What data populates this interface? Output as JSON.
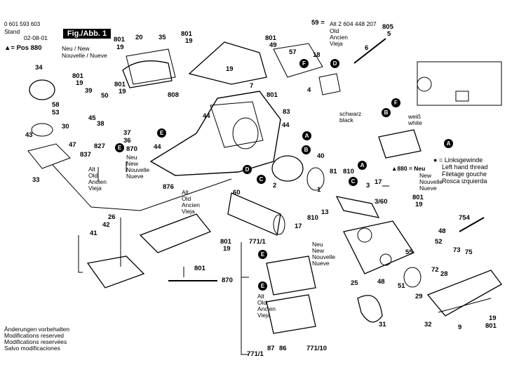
{
  "header": {
    "doc_number": "0 601 593 603",
    "stand_label": "Stand",
    "stand_date": "02-08-01",
    "fig_label": "Fig./Abb. 1"
  },
  "pos_label": {
    "pos": "▲= Pos 880",
    "new_old_1": "Neu / New",
    "new_old_2": "Nouvelle / Nueve"
  },
  "legend_thread": {
    "marker": "● = Linksgewinde",
    "en": "Left hand thread",
    "de": "Filetage gouche",
    "es": "Rosca izquierda"
  },
  "legend_880": {
    "marker": "▲880 = Neu",
    "en": "New",
    "fr": "Nouvelle",
    "es": "Nueve"
  },
  "part_59": {
    "pos": "59 =",
    "text": "Alt 2 604 448 207",
    "old": "Old",
    "fr": "Ancien",
    "es": "Vieja"
  },
  "wire_colors": {
    "black_de": "schwarz",
    "black_en": "black",
    "white_de": "weiß",
    "white_en": "white"
  },
  "label_837": {
    "alt": "Alt",
    "old": "Old",
    "fr": "Ancien",
    "es": "Vieja"
  },
  "label_870": {
    "neu": "Neu",
    "new": "New",
    "fr": "Nouvelle",
    "es": "Nueve"
  },
  "label_876": {
    "alt": "Alt",
    "old": "Old",
    "fr": "Ancien",
    "es": "Vieja"
  },
  "motor_new": {
    "neu": "Neu",
    "new": "New",
    "fr": "Nouvelle",
    "es": "Nueve"
  },
  "motor_old": {
    "alt": "Alt",
    "old": "Old",
    "fr": "Ancien",
    "es": "Vieja"
  },
  "footer": {
    "line1": "Änderungen vorbehalten",
    "line2": "Modifications reserved",
    "line3": "Modifications reservées",
    "line4": "Salvo modificaciones"
  },
  "parts": {
    "p801a": "801",
    "p19a": "19",
    "p20": "20",
    "p35": "35",
    "p801b": "801",
    "p19b": "19",
    "p49": "49",
    "p805": "805",
    "p5": "5",
    "p6": "6",
    "p57": "57",
    "p18": "18",
    "p4": "4",
    "p34": "34",
    "p58": "58",
    "p53": "53",
    "p30": "30",
    "p43": "43",
    "p47": "47",
    "p33": "33",
    "p801c": "801",
    "p19c": "19",
    "p39": "39",
    "p50": "50",
    "p45": "45",
    "p38": "38",
    "p801d": "801",
    "p19d": "19",
    "p808": "808",
    "p44a": "44",
    "p44b": "44",
    "p7": "7",
    "p801e": "801",
    "p19e": "19",
    "p83": "83",
    "p44c": "44",
    "p37": "37",
    "p36": "36",
    "p827": "827",
    "p837": "837",
    "p870a": "870",
    "p40": "40",
    "p2": "2",
    "p1": "1",
    "p81": "81",
    "p810a": "810",
    "p3": "3",
    "p17a": "17",
    "p3_60": "3/60",
    "p60": "60",
    "p13": "13",
    "p17b": "17",
    "p810b": "810",
    "p876": "876",
    "p26": "26",
    "p42": "42",
    "p41": "41",
    "p801f": "801",
    "p19f": "19",
    "p801g": "801",
    "p771a": "771/1",
    "p870b": "870",
    "p771b": "771/1",
    "p87": "87",
    "p86": "86",
    "p771c": "771/10",
    "p801h": "801",
    "p19h": "19",
    "p754": "754",
    "p48a": "48",
    "p52": "52",
    "p55": "55",
    "p73": "73",
    "p75": "75",
    "p72": "72",
    "p28": "28",
    "p25": "25",
    "p48b": "48",
    "p51": "51",
    "p29": "29",
    "p31": "31",
    "p32": "32",
    "p9": "9",
    "p19i": "19",
    "p801i": "801"
  },
  "markers": {
    "F": "F",
    "D": "D",
    "B": "B",
    "A": "A",
    "C": "C",
    "E": "E"
  }
}
